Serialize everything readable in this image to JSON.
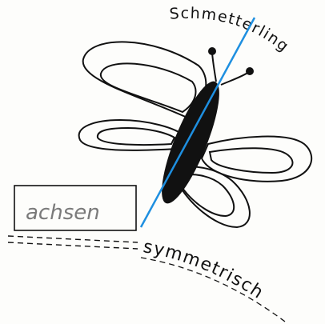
{
  "title_word": "Schmetterling",
  "handwritten_answer": "achsen",
  "suffix_word": "symmetrisch",
  "colors": {
    "ink": "#111111",
    "axis": "#1e8fe0",
    "pencil": "#7a7a7a",
    "paper": "#fdfdfb"
  },
  "icons": {
    "butterfly": "butterfly-drawing",
    "symmetry_axis": "blue-line"
  }
}
